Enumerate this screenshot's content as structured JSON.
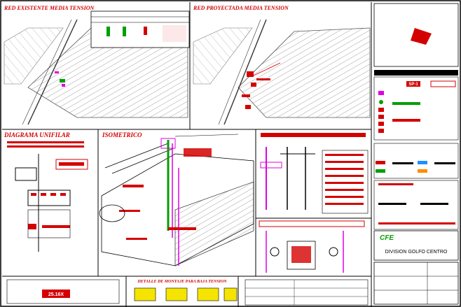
{
  "titles": {
    "existing": "RED EXISTENTE MEDIA TENSION",
    "projected": "RED PROYECTADA MEDIA TENSION",
    "unifilar": "DIAGRAMA UNIFILAR",
    "isometric": "ISOMETRICO",
    "installation": "DETALLE DE MONTAJE PARA BAJA TENSION",
    "division": "DIVISION GOLFO CENTRO"
  },
  "logo": "CFE",
  "legend_badge": "SP-1",
  "value_box": "25.16X",
  "colors": {
    "red": "#d40000",
    "green": "#00a000",
    "magenta": "#e000e0",
    "yellow": "#f5e400",
    "orange": "#ff8c00",
    "blue": "#1e90ff"
  }
}
